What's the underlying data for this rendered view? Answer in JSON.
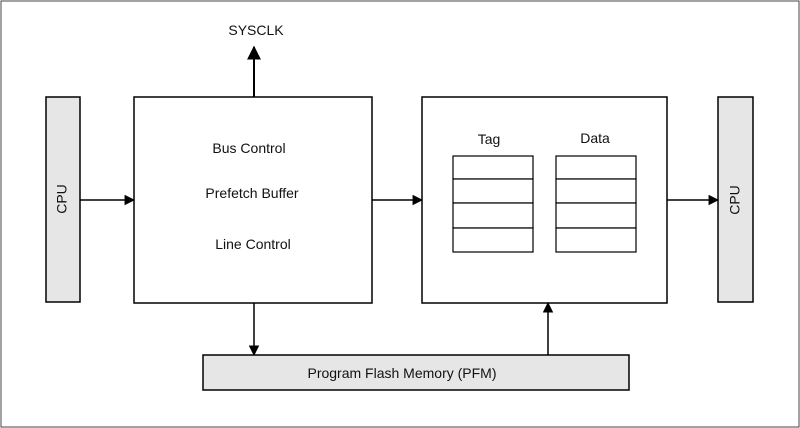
{
  "labels": {
    "sysclk": "SYSCLK",
    "cpu_left": "CPU",
    "cpu_right": "CPU",
    "bus_control": "Bus Control",
    "prefetch_buffer": "Prefetch Buffer",
    "line_control": "Line Control",
    "tag": "Tag",
    "data": "Data",
    "pfm": "Program Flash Memory (PFM)"
  },
  "cache": {
    "tag_rows": 4,
    "data_rows": 4
  },
  "colors": {
    "line": "#000000",
    "cpu_fill": "#e6e6e6",
    "pfm_fill": "#e6e6e6",
    "block_fill": "#ffffff"
  }
}
